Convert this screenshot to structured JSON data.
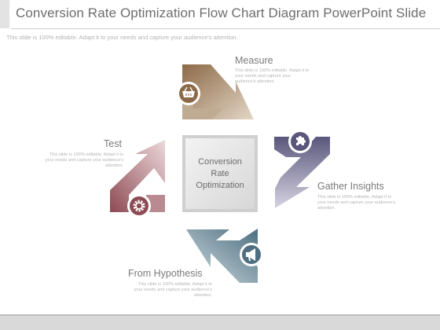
{
  "slide": {
    "title": "Conversion Rate Optimization Flow Chart Diagram PowerPoint Slide",
    "subtitle": "This slide is 100% editable. Adapt it to your needs and capture your audience's attention."
  },
  "center": {
    "label": "Conversion Rate Optimization"
  },
  "steps": [
    {
      "label": "Measure",
      "description": "This slide is 100% editable. Adapt it to your needs and capture your audience's attention.",
      "color": "#9b7b5a",
      "icon": "basket-icon"
    },
    {
      "label": "Gather Insights",
      "description": "This slide is 100% editable. Adapt it to your needs and capture your audience's attention.",
      "color": "#6e6a8e",
      "icon": "puzzle-icon"
    },
    {
      "label": "From Hypothesis",
      "description": "This slide is 100% editable. Adapt it to your needs and capture your audience's attention.",
      "color": "#62808f",
      "icon": "megaphone-icon"
    },
    {
      "label": "Test",
      "description": "This slide is 100% editable. Adapt it to your needs and capture your audience's attention.",
      "color": "#9a5a62",
      "icon": "gear-icon"
    }
  ]
}
